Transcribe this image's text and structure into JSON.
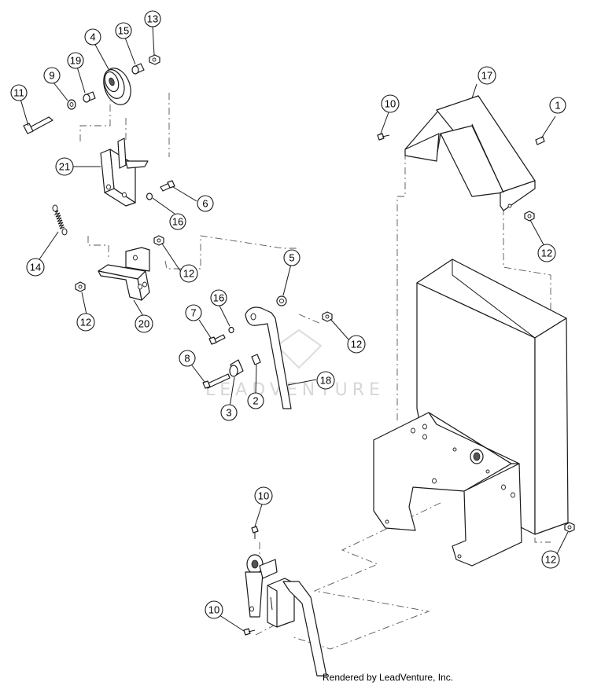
{
  "watermark": "LEADVENTURE",
  "footer": "Rendered by LeadVenture, Inc.",
  "callouts": [
    {
      "id": "c13",
      "label": "13"
    },
    {
      "id": "c15",
      "label": "15"
    },
    {
      "id": "c4",
      "label": "4"
    },
    {
      "id": "c9",
      "label": "9"
    },
    {
      "id": "c19",
      "label": "19"
    },
    {
      "id": "c11",
      "label": "11"
    },
    {
      "id": "c21",
      "label": "21"
    },
    {
      "id": "c6",
      "label": "6"
    },
    {
      "id": "c16a",
      "label": "16"
    },
    {
      "id": "c14",
      "label": "14"
    },
    {
      "id": "c12a",
      "label": "12"
    },
    {
      "id": "c12b",
      "label": "12"
    },
    {
      "id": "c20",
      "label": "20"
    },
    {
      "id": "c5",
      "label": "5"
    },
    {
      "id": "c16b",
      "label": "16"
    },
    {
      "id": "c7",
      "label": "7"
    },
    {
      "id": "c12c",
      "label": "12"
    },
    {
      "id": "c8",
      "label": "8"
    },
    {
      "id": "c18",
      "label": "18"
    },
    {
      "id": "c3",
      "label": "3"
    },
    {
      "id": "c2",
      "label": "2"
    },
    {
      "id": "c17",
      "label": "17"
    },
    {
      "id": "c10a",
      "label": "10"
    },
    {
      "id": "c1",
      "label": "1"
    },
    {
      "id": "c12d",
      "label": "12"
    },
    {
      "id": "c10b",
      "label": "10"
    },
    {
      "id": "c10c",
      "label": "10"
    },
    {
      "id": "c12e",
      "label": "12"
    }
  ]
}
